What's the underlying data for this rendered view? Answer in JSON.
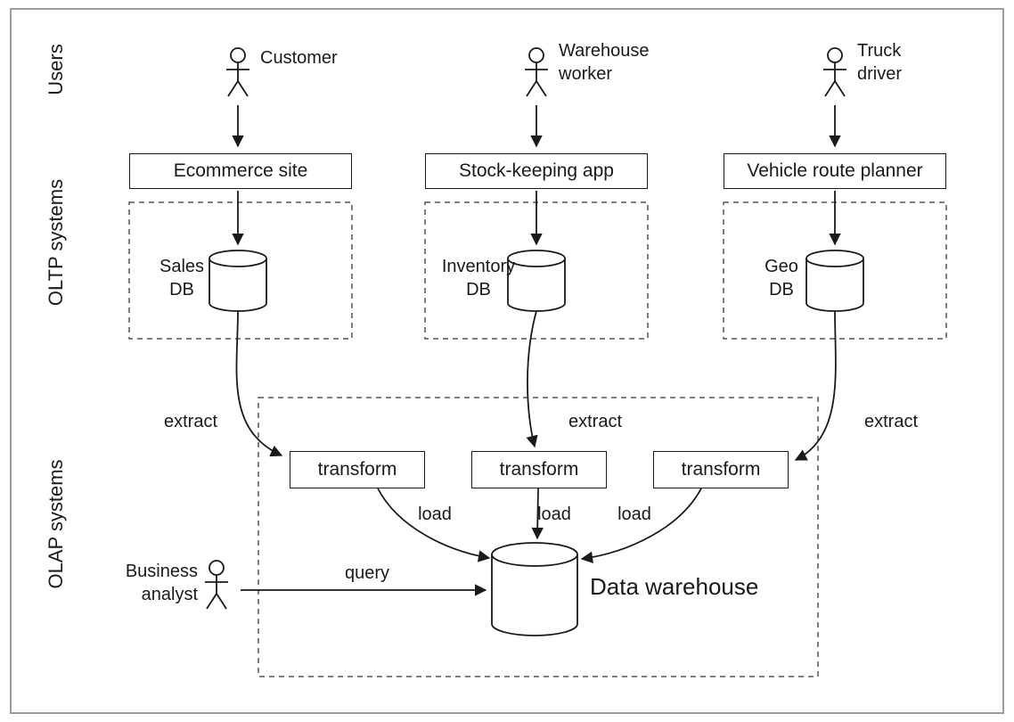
{
  "lanes": {
    "users": "Users",
    "oltp": "OLTP systems",
    "olap": "OLAP systems"
  },
  "actors": {
    "customer": {
      "label": "Customer"
    },
    "warehouse_worker": {
      "line1": "Warehouse",
      "line2": "worker"
    },
    "truck_driver": {
      "line1": "Truck",
      "line2": "driver"
    },
    "business_analyst": {
      "line1": "Business",
      "line2": "analyst"
    }
  },
  "oltp_apps": {
    "ecommerce": "Ecommerce site",
    "stock_keeping": "Stock-keeping app",
    "route_planner": "Vehicle route planner"
  },
  "databases": {
    "sales": {
      "line1": "Sales",
      "line2": "DB"
    },
    "inventory": {
      "line1": "Inventory",
      "line2": "DB"
    },
    "geo": {
      "line1": "Geo",
      "line2": "DB"
    }
  },
  "warehouse": {
    "label": "Data warehouse"
  },
  "flow_labels": {
    "extract": "extract",
    "transform": "transform",
    "load": "load",
    "query": "query"
  },
  "colors": {
    "stroke": "#1a1a1a",
    "dashed_border": "#555555",
    "frame": "#9c9c9c",
    "background": "#ffffff"
  }
}
